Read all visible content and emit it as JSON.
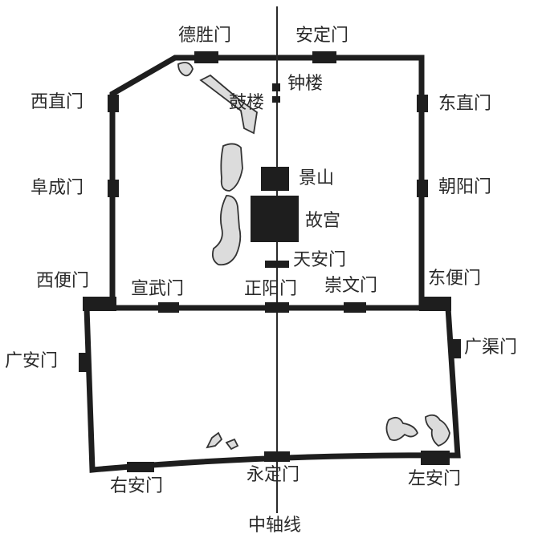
{
  "gates": {
    "deshengmen": "德胜门",
    "andingmen": "安定门",
    "xizhimen": "西直门",
    "dongzhimen": "东直门",
    "fuchengmen": "阜成门",
    "chaoyangmen": "朝阳门",
    "xibianmen": "西便门",
    "dongbianmen": "东便门",
    "xuanwumen": "宣武门",
    "zhengyangmen": "正阳门",
    "chongwenmen": "崇文门",
    "guanganmen": "广安门",
    "guangqumen": "广渠门",
    "youanmen": "右安门",
    "yongdingmen": "永定门",
    "zuoanmen": "左安门"
  },
  "landmarks": {
    "zhonglou": "钟楼",
    "gulou": "鼓楼",
    "jingshan": "景山",
    "gugong": "故宫",
    "tiananmen": "天安门"
  },
  "axis_label": "中轴线",
  "colors": {
    "wall": "#1e1e1e",
    "lake_fill": "#dcdcdc",
    "ink": "#2a2a2a"
  }
}
